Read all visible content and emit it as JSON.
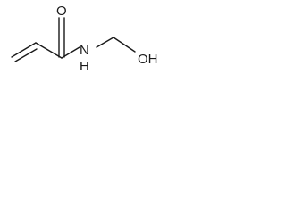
{
  "molecule": {
    "atoms": {
      "oxygen_carbonyl": "O",
      "nitrogen": "N",
      "nitrogen_h": "H",
      "hydroxyl": "OH"
    }
  }
}
